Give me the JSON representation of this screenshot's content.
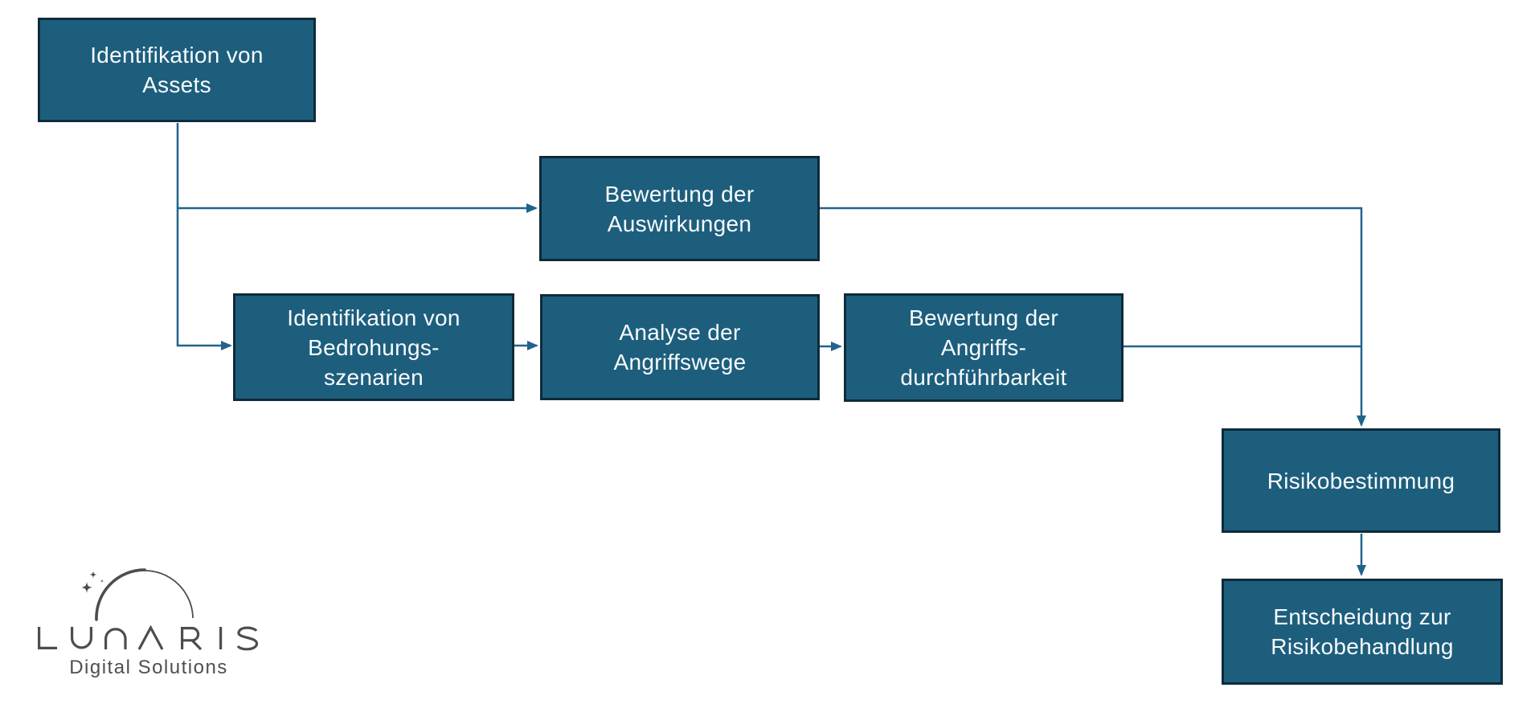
{
  "diagram": {
    "type": "flowchart",
    "nodes": {
      "assets": {
        "label": "Identifikation von\nAssets"
      },
      "auswirkungen": {
        "label": "Bewertung der\nAuswirkungen"
      },
      "bedrohung": {
        "label": "Identifikation von\nBedrohungs-\nszenarien"
      },
      "angriffswege": {
        "label": "Analyse der\nAngriffswege"
      },
      "durchfuehrbarkeit": {
        "label": "Bewertung der\nAngriffs-\ndurchführbarkeit"
      },
      "risikobestimmung": {
        "label": "Risikobestimmung"
      },
      "risikobehandlung": {
        "label": "Entscheidung zur\nRisikobehandlung"
      }
    },
    "edges": [
      "assets -> auswirkungen",
      "assets -> bedrohung",
      "bedrohung -> angriffswege",
      "angriffswege -> durchfuehrbarkeit",
      "auswirkungen -> risikobestimmung",
      "durchfuehrbarkeit -> risikobestimmung",
      "risikobestimmung -> risikobehandlung"
    ],
    "colors": {
      "node_fill": "#1D5E7D",
      "node_border": "#0E2B3B",
      "node_text": "#F8FBFC",
      "connector": "#21648D"
    }
  },
  "logo": {
    "brand": "LUNARIS",
    "tagline": "Digital Solutions",
    "color": "#4D4D4D"
  }
}
